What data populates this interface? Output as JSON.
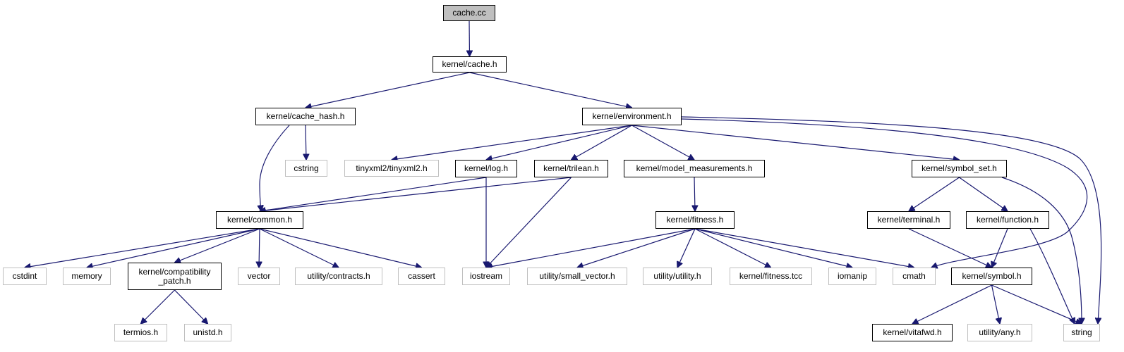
{
  "colors": {
    "edge": "#191970",
    "root_fill": "#bfbfbf",
    "local_border": "#000000",
    "external_border": "#bfbfbf"
  },
  "nodes": [
    {
      "id": "cache_cc",
      "label": "cache.cc",
      "kind": "root"
    },
    {
      "id": "kernel_cache_h",
      "label": "kernel/cache.h",
      "kind": "local"
    },
    {
      "id": "kernel_cache_hash_h",
      "label": "kernel/cache_hash.h",
      "kind": "local"
    },
    {
      "id": "kernel_environment_h",
      "label": "kernel/environment.h",
      "kind": "local"
    },
    {
      "id": "cstring",
      "label": "cstring",
      "kind": "ext"
    },
    {
      "id": "tinyxml2",
      "label": "tinyxml2/tinyxml2.h",
      "kind": "ext"
    },
    {
      "id": "kernel_log_h",
      "label": "kernel/log.h",
      "kind": "local"
    },
    {
      "id": "kernel_trilean_h",
      "label": "kernel/trilean.h",
      "kind": "local"
    },
    {
      "id": "kernel_model_measurements_h",
      "label": "kernel/model_measurements.h",
      "kind": "local"
    },
    {
      "id": "kernel_symbol_set_h",
      "label": "kernel/symbol_set.h",
      "kind": "local"
    },
    {
      "id": "kernel_common_h",
      "label": "kernel/common.h",
      "kind": "local"
    },
    {
      "id": "kernel_fitness_h",
      "label": "kernel/fitness.h",
      "kind": "local"
    },
    {
      "id": "kernel_terminal_h",
      "label": "kernel/terminal.h",
      "kind": "local"
    },
    {
      "id": "kernel_function_h",
      "label": "kernel/function.h",
      "kind": "local"
    },
    {
      "id": "cstdint",
      "label": "cstdint",
      "kind": "ext"
    },
    {
      "id": "memory",
      "label": "memory",
      "kind": "ext"
    },
    {
      "id": "kernel_compat_h",
      "label": "kernel/compatibility\n_patch.h",
      "kind": "local"
    },
    {
      "id": "vector",
      "label": "vector",
      "kind": "ext"
    },
    {
      "id": "utility_contracts_h",
      "label": "utility/contracts.h",
      "kind": "ext"
    },
    {
      "id": "cassert",
      "label": "cassert",
      "kind": "ext"
    },
    {
      "id": "iostream",
      "label": "iostream",
      "kind": "ext"
    },
    {
      "id": "utility_small_vector_h",
      "label": "utility/small_vector.h",
      "kind": "ext"
    },
    {
      "id": "utility_utility_h",
      "label": "utility/utility.h",
      "kind": "ext"
    },
    {
      "id": "kernel_fitness_tcc",
      "label": "kernel/fitness.tcc",
      "kind": "ext"
    },
    {
      "id": "iomanip",
      "label": "iomanip",
      "kind": "ext"
    },
    {
      "id": "cmath",
      "label": "cmath",
      "kind": "ext"
    },
    {
      "id": "kernel_symbol_h",
      "label": "kernel/symbol.h",
      "kind": "local"
    },
    {
      "id": "string",
      "label": "string",
      "kind": "ext"
    },
    {
      "id": "termios_h",
      "label": "termios.h",
      "kind": "ext"
    },
    {
      "id": "unistd_h",
      "label": "unistd.h",
      "kind": "ext"
    },
    {
      "id": "kernel_vitafwd_h",
      "label": "kernel/vitafwd.h",
      "kind": "local"
    },
    {
      "id": "utility_any_h",
      "label": "utility/any.h",
      "kind": "ext"
    }
  ],
  "edges": [
    {
      "from": "cache_cc",
      "to": "kernel_cache_h"
    },
    {
      "from": "kernel_cache_h",
      "to": "kernel_cache_hash_h"
    },
    {
      "from": "kernel_cache_h",
      "to": "kernel_environment_h"
    },
    {
      "from": "kernel_cache_hash_h",
      "to": "cstring"
    },
    {
      "from": "kernel_cache_hash_h",
      "to": "kernel_common_h"
    },
    {
      "from": "kernel_environment_h",
      "to": "tinyxml2"
    },
    {
      "from": "kernel_environment_h",
      "to": "kernel_log_h"
    },
    {
      "from": "kernel_environment_h",
      "to": "kernel_trilean_h"
    },
    {
      "from": "kernel_environment_h",
      "to": "kernel_model_measurements_h"
    },
    {
      "from": "kernel_environment_h",
      "to": "kernel_symbol_set_h"
    },
    {
      "from": "kernel_environment_h",
      "to": "cmath"
    },
    {
      "from": "kernel_environment_h",
      "to": "string"
    },
    {
      "from": "kernel_log_h",
      "to": "kernel_common_h"
    },
    {
      "from": "kernel_log_h",
      "to": "iostream"
    },
    {
      "from": "kernel_trilean_h",
      "to": "kernel_common_h"
    },
    {
      "from": "kernel_trilean_h",
      "to": "iostream"
    },
    {
      "from": "kernel_model_measurements_h",
      "to": "kernel_fitness_h"
    },
    {
      "from": "kernel_symbol_set_h",
      "to": "kernel_terminal_h"
    },
    {
      "from": "kernel_symbol_set_h",
      "to": "kernel_function_h"
    },
    {
      "from": "kernel_symbol_set_h",
      "to": "string"
    },
    {
      "from": "kernel_common_h",
      "to": "cstdint"
    },
    {
      "from": "kernel_common_h",
      "to": "memory"
    },
    {
      "from": "kernel_common_h",
      "to": "kernel_compat_h"
    },
    {
      "from": "kernel_common_h",
      "to": "vector"
    },
    {
      "from": "kernel_common_h",
      "to": "utility_contracts_h"
    },
    {
      "from": "kernel_common_h",
      "to": "cassert"
    },
    {
      "from": "kernel_compat_h",
      "to": "termios_h"
    },
    {
      "from": "kernel_compat_h",
      "to": "unistd_h"
    },
    {
      "from": "kernel_fitness_h",
      "to": "iostream"
    },
    {
      "from": "kernel_fitness_h",
      "to": "utility_small_vector_h"
    },
    {
      "from": "kernel_fitness_h",
      "to": "utility_utility_h"
    },
    {
      "from": "kernel_fitness_h",
      "to": "kernel_fitness_tcc"
    },
    {
      "from": "kernel_fitness_h",
      "to": "iomanip"
    },
    {
      "from": "kernel_fitness_h",
      "to": "cmath"
    },
    {
      "from": "kernel_terminal_h",
      "to": "kernel_symbol_h"
    },
    {
      "from": "kernel_function_h",
      "to": "kernel_symbol_h"
    },
    {
      "from": "kernel_function_h",
      "to": "string"
    },
    {
      "from": "kernel_symbol_h",
      "to": "kernel_vitafwd_h"
    },
    {
      "from": "kernel_symbol_h",
      "to": "utility_any_h"
    },
    {
      "from": "kernel_symbol_h",
      "to": "string"
    }
  ]
}
